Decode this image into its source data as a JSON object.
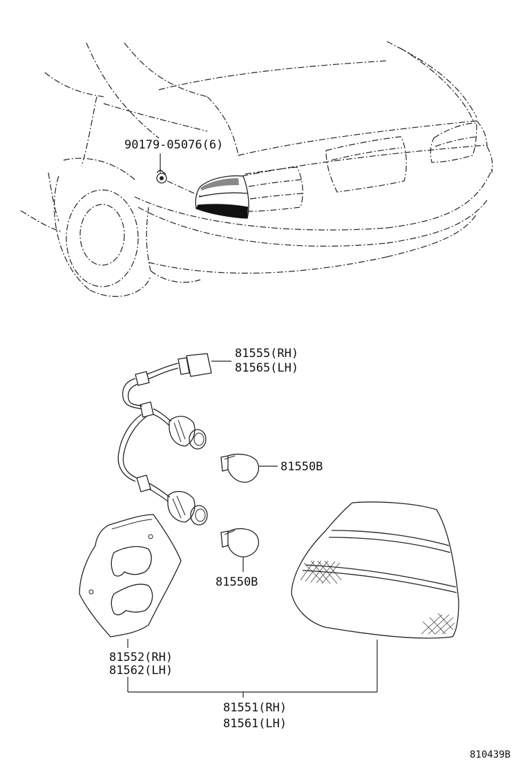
{
  "labels": {
    "bolt": "90179-05076(6)",
    "socket_rh": "81555(RH)",
    "socket_lh": "81565(LH)",
    "bulb_upper": "81550B",
    "bulb_lower": "81550B",
    "gasket_rh": "81552(RH)",
    "gasket_lh": "81562(LH)",
    "lamp_rh": "81551(RH)",
    "lamp_lh": "81561(LH)"
  },
  "reference_code": "810439B"
}
